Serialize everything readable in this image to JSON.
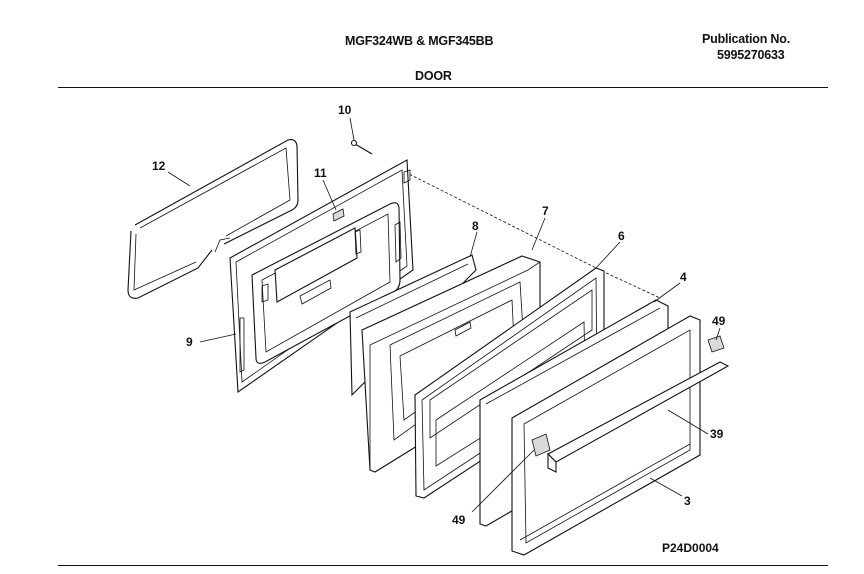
{
  "header": {
    "model": "MGF324WB & MGF345BB",
    "section": "DOOR",
    "publication_label": "Publication No.",
    "publication_number": "5995270633"
  },
  "footer": {
    "diagram_code": "P24D0004"
  },
  "callouts": {
    "c10": "10",
    "c12": "12",
    "c11": "11",
    "c7": "7",
    "c8": "8",
    "c6": "6",
    "c4": "4",
    "c49a": "49",
    "c9": "9",
    "c39": "39",
    "c3": "3",
    "c49b": "49"
  }
}
